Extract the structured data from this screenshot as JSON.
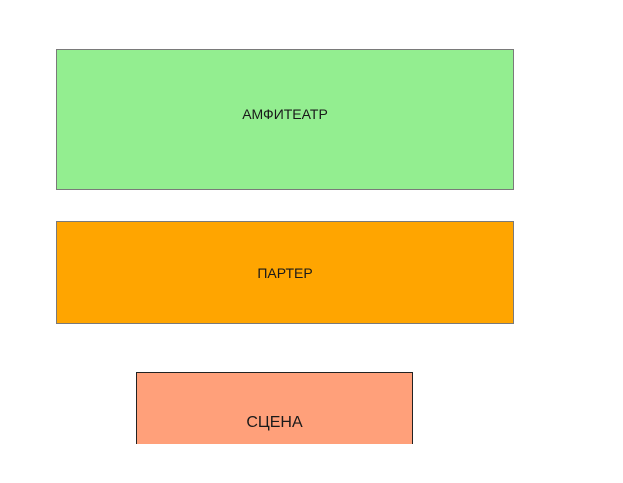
{
  "sections": {
    "amphitheater": {
      "label": "АМФИТЕАТР",
      "color": "#93ee90"
    },
    "parterre": {
      "label": "ПАРТЕР",
      "color": "#ffa500"
    },
    "stage": {
      "label": "СЦЕНА",
      "color": "#ffa07a"
    }
  }
}
